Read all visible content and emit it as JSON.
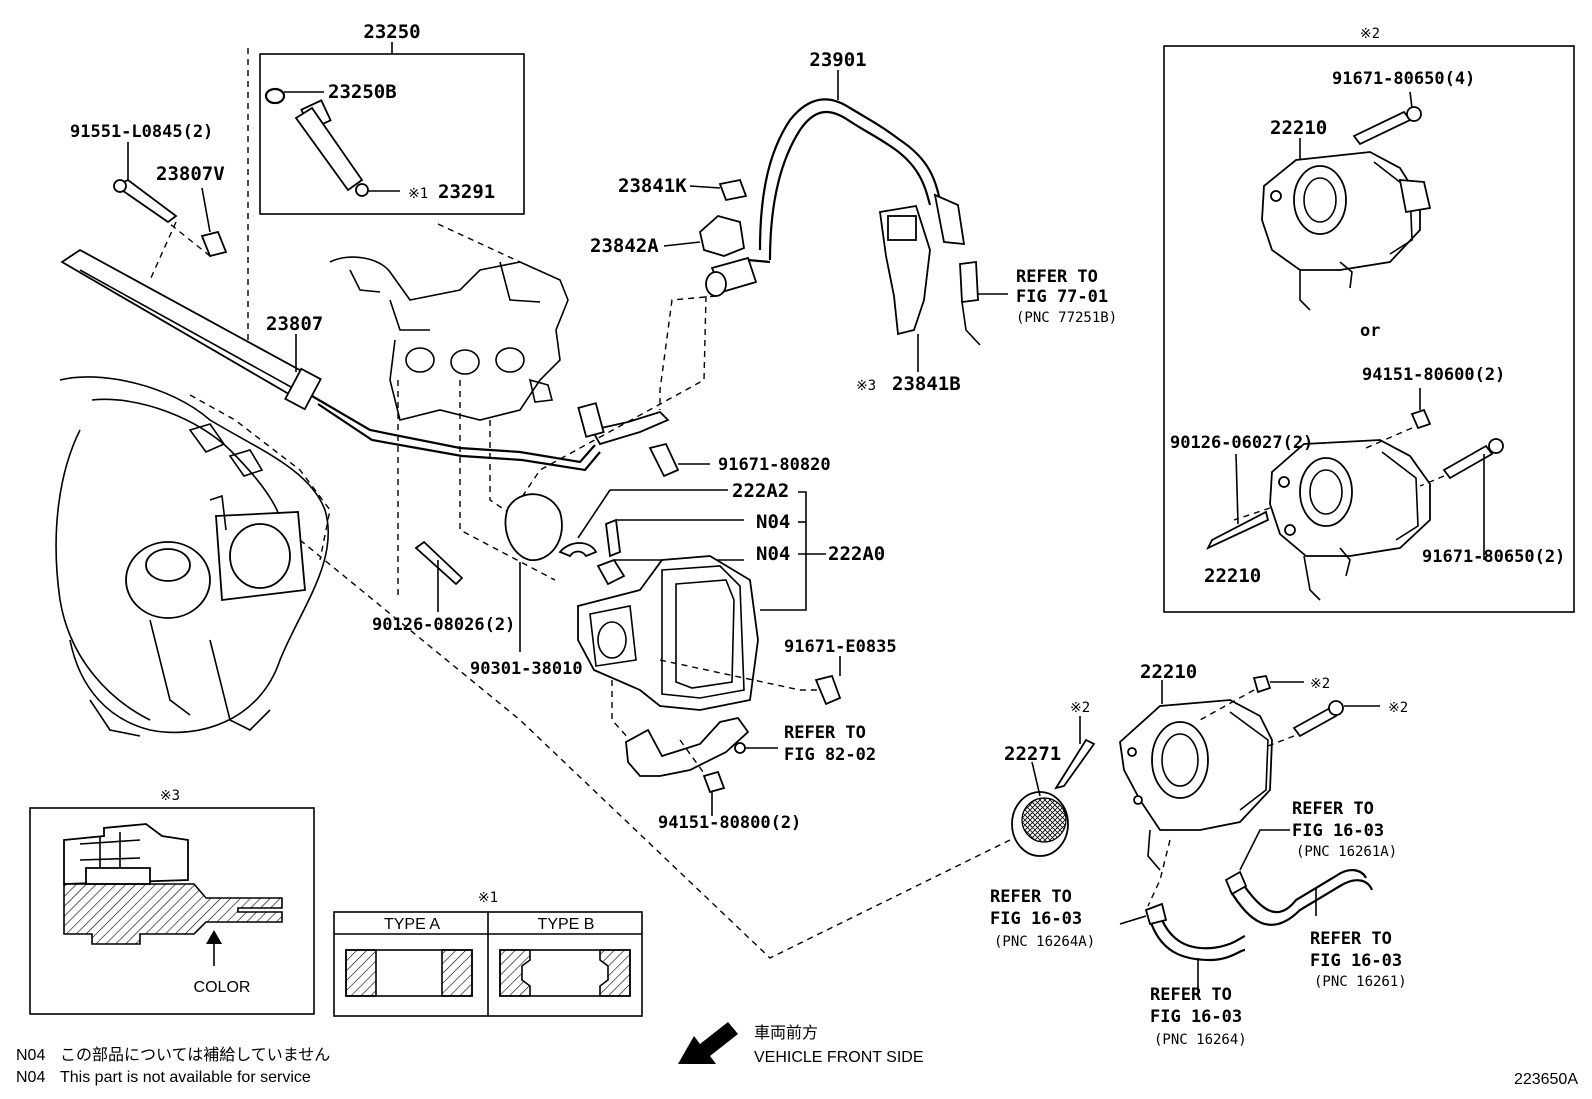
{
  "labels": {
    "p23250": "23250",
    "p23250b": "23250B",
    "p23291": "23291",
    "mark1_inline": "※1",
    "p91551": "91551-L0845(2)",
    "p23807v": "23807V",
    "p23807": "23807",
    "p23901": "23901",
    "p23841k": "23841K",
    "p23842a": "23842A",
    "p23841b": "23841B",
    "mark3_inline": "※3",
    "refer_77_l1": "REFER TO",
    "refer_77_l2": "FIG 77-01",
    "refer_77_l3": "(PNC 77251B)",
    "p91671_80820": "91671-80820",
    "p222a2": "222A2",
    "n04_a": "N04",
    "n04_b": "N04",
    "p222a0": "222A0",
    "p90126_08026": "90126-08026(2)",
    "p90301": "90301-38010",
    "p91671_e0835": "91671-E0835",
    "refer_82_l1": "REFER TO",
    "refer_82_l2": "FIG 82-02",
    "p94151_80800": "94151-80800(2)",
    "mark2_top": "※2",
    "p91671_80650_4": "91671-80650(4)",
    "p22210_a": "22210",
    "or_text": "or",
    "p94151_80600": "94151-80600(2)",
    "p90126_06027": "90126-06027(2)",
    "p22210_b": "22210",
    "p91671_80650_2": "91671-80650(2)",
    "p22210_c": "22210",
    "mark2_a": "※2",
    "mark2_b": "※2",
    "mark2_c": "※2",
    "p22271": "22271",
    "refer_16261a_l1": "REFER TO",
    "refer_16261a_l2": "FIG 16-03",
    "refer_16261a_l3": "(PNC 16261A)",
    "refer_16264a_l1": "REFER TO",
    "refer_16264a_l2": "FIG 16-03",
    "refer_16264a_l3": "(PNC 16264A)",
    "refer_16261_l1": "REFER TO",
    "refer_16261_l2": "FIG 16-03",
    "refer_16261_l3": "(PNC 16261)",
    "refer_16264_l1": "REFER TO",
    "refer_16264_l2": "FIG 16-03",
    "refer_16264_l3": "(PNC 16264)"
  },
  "inset_color": {
    "mark": "※3",
    "label": "COLOR"
  },
  "inset_types": {
    "mark": "※1",
    "type_a": "TYPE A",
    "type_b": "TYPE B"
  },
  "footer": {
    "note1_code": "N04",
    "note1_text": "この部品については補給していません",
    "note2_code": "N04",
    "note2_text": "This part is not available for service",
    "direction_jp": "車両前方",
    "direction_en": "VEHICLE FRONT SIDE",
    "figure_id": "223650A"
  }
}
